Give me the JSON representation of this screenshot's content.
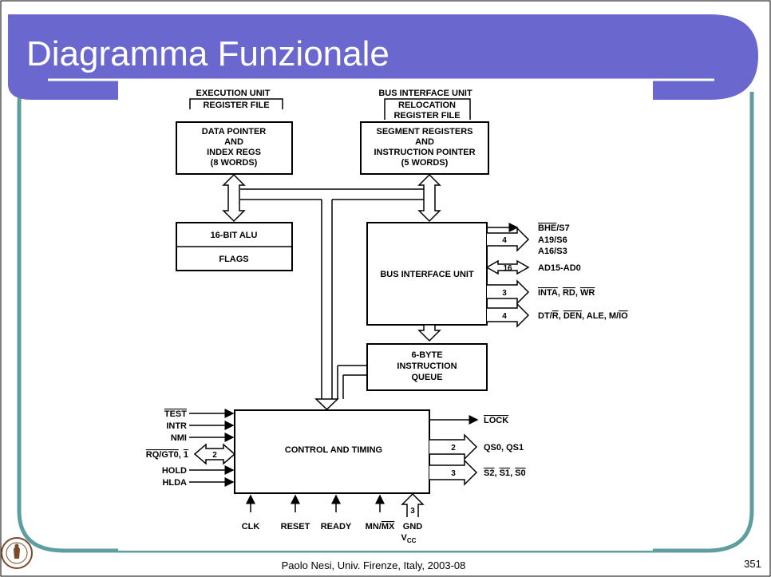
{
  "slide": {
    "title": "Diagramma Funzionale",
    "footer": "Paolo Nesi, Univ. Firenze, Italy, 2003-08",
    "page_number": "351",
    "logo_icon": "university-seal-icon",
    "colors": {
      "banner": "#6A67CE",
      "frame": "#5F9EA0"
    }
  },
  "diagram": {
    "execution_unit": {
      "title": "EXECUTION UNIT",
      "sub": "REGISTER FILE"
    },
    "bus_interface_unit_header": {
      "title": "BUS INTERFACE UNIT",
      "sub1": "RELOCATION",
      "sub2": "REGISTER FILE"
    },
    "data_pointer": [
      "DATA POINTER",
      "AND",
      "INDEX REGS",
      "(8 WORDS)"
    ],
    "segment_registers": [
      "SEGMENT REGISTERS",
      "AND",
      "INSTRUCTION POINTER",
      "(5 WORDS)"
    ],
    "alu": "16-BIT ALU",
    "flags": "FLAGS",
    "biu": "BUS INTERFACE UNIT",
    "queue": [
      "6-BYTE",
      "INSTRUCTION",
      "QUEUE"
    ],
    "control": "CONTROL AND TIMING",
    "biu_outputs": {
      "bhe": "BHE",
      "s7": "/S7",
      "a19": "A19/S6",
      "a16": "A16/S3",
      "ad": "AD15-AD0",
      "inta": "INTA",
      "rd": "RD",
      "wr": "WR",
      "sep": ", ",
      "dt": "DT/",
      "r": "R",
      "den": "DEN",
      "ale": ", ALE, M/",
      "io": "IO",
      "widths": [
        "4",
        "16",
        "3",
        "4"
      ]
    },
    "control_inputs": {
      "test": "TEST",
      "intr": "INTR",
      "nmi": "NMI",
      "rq": "RQ/GT0",
      "one": "1",
      "rq_width": "2",
      "hold": "HOLD",
      "hlda": "HLDA"
    },
    "control_outputs": {
      "lock": "LOCK",
      "qs": "QS0, QS1",
      "qs_width": "2",
      "s2": "S2",
      "s1": "S1",
      "s0": "S0",
      "s_width": "3"
    },
    "bottom_inputs": {
      "clk": "CLK",
      "reset": "RESET",
      "ready": "READY",
      "mn": "MN/",
      "mx": "MX",
      "gnd": "GND",
      "vcc": "V",
      "vcc_sub": "CC",
      "gnd_width": "3"
    }
  }
}
